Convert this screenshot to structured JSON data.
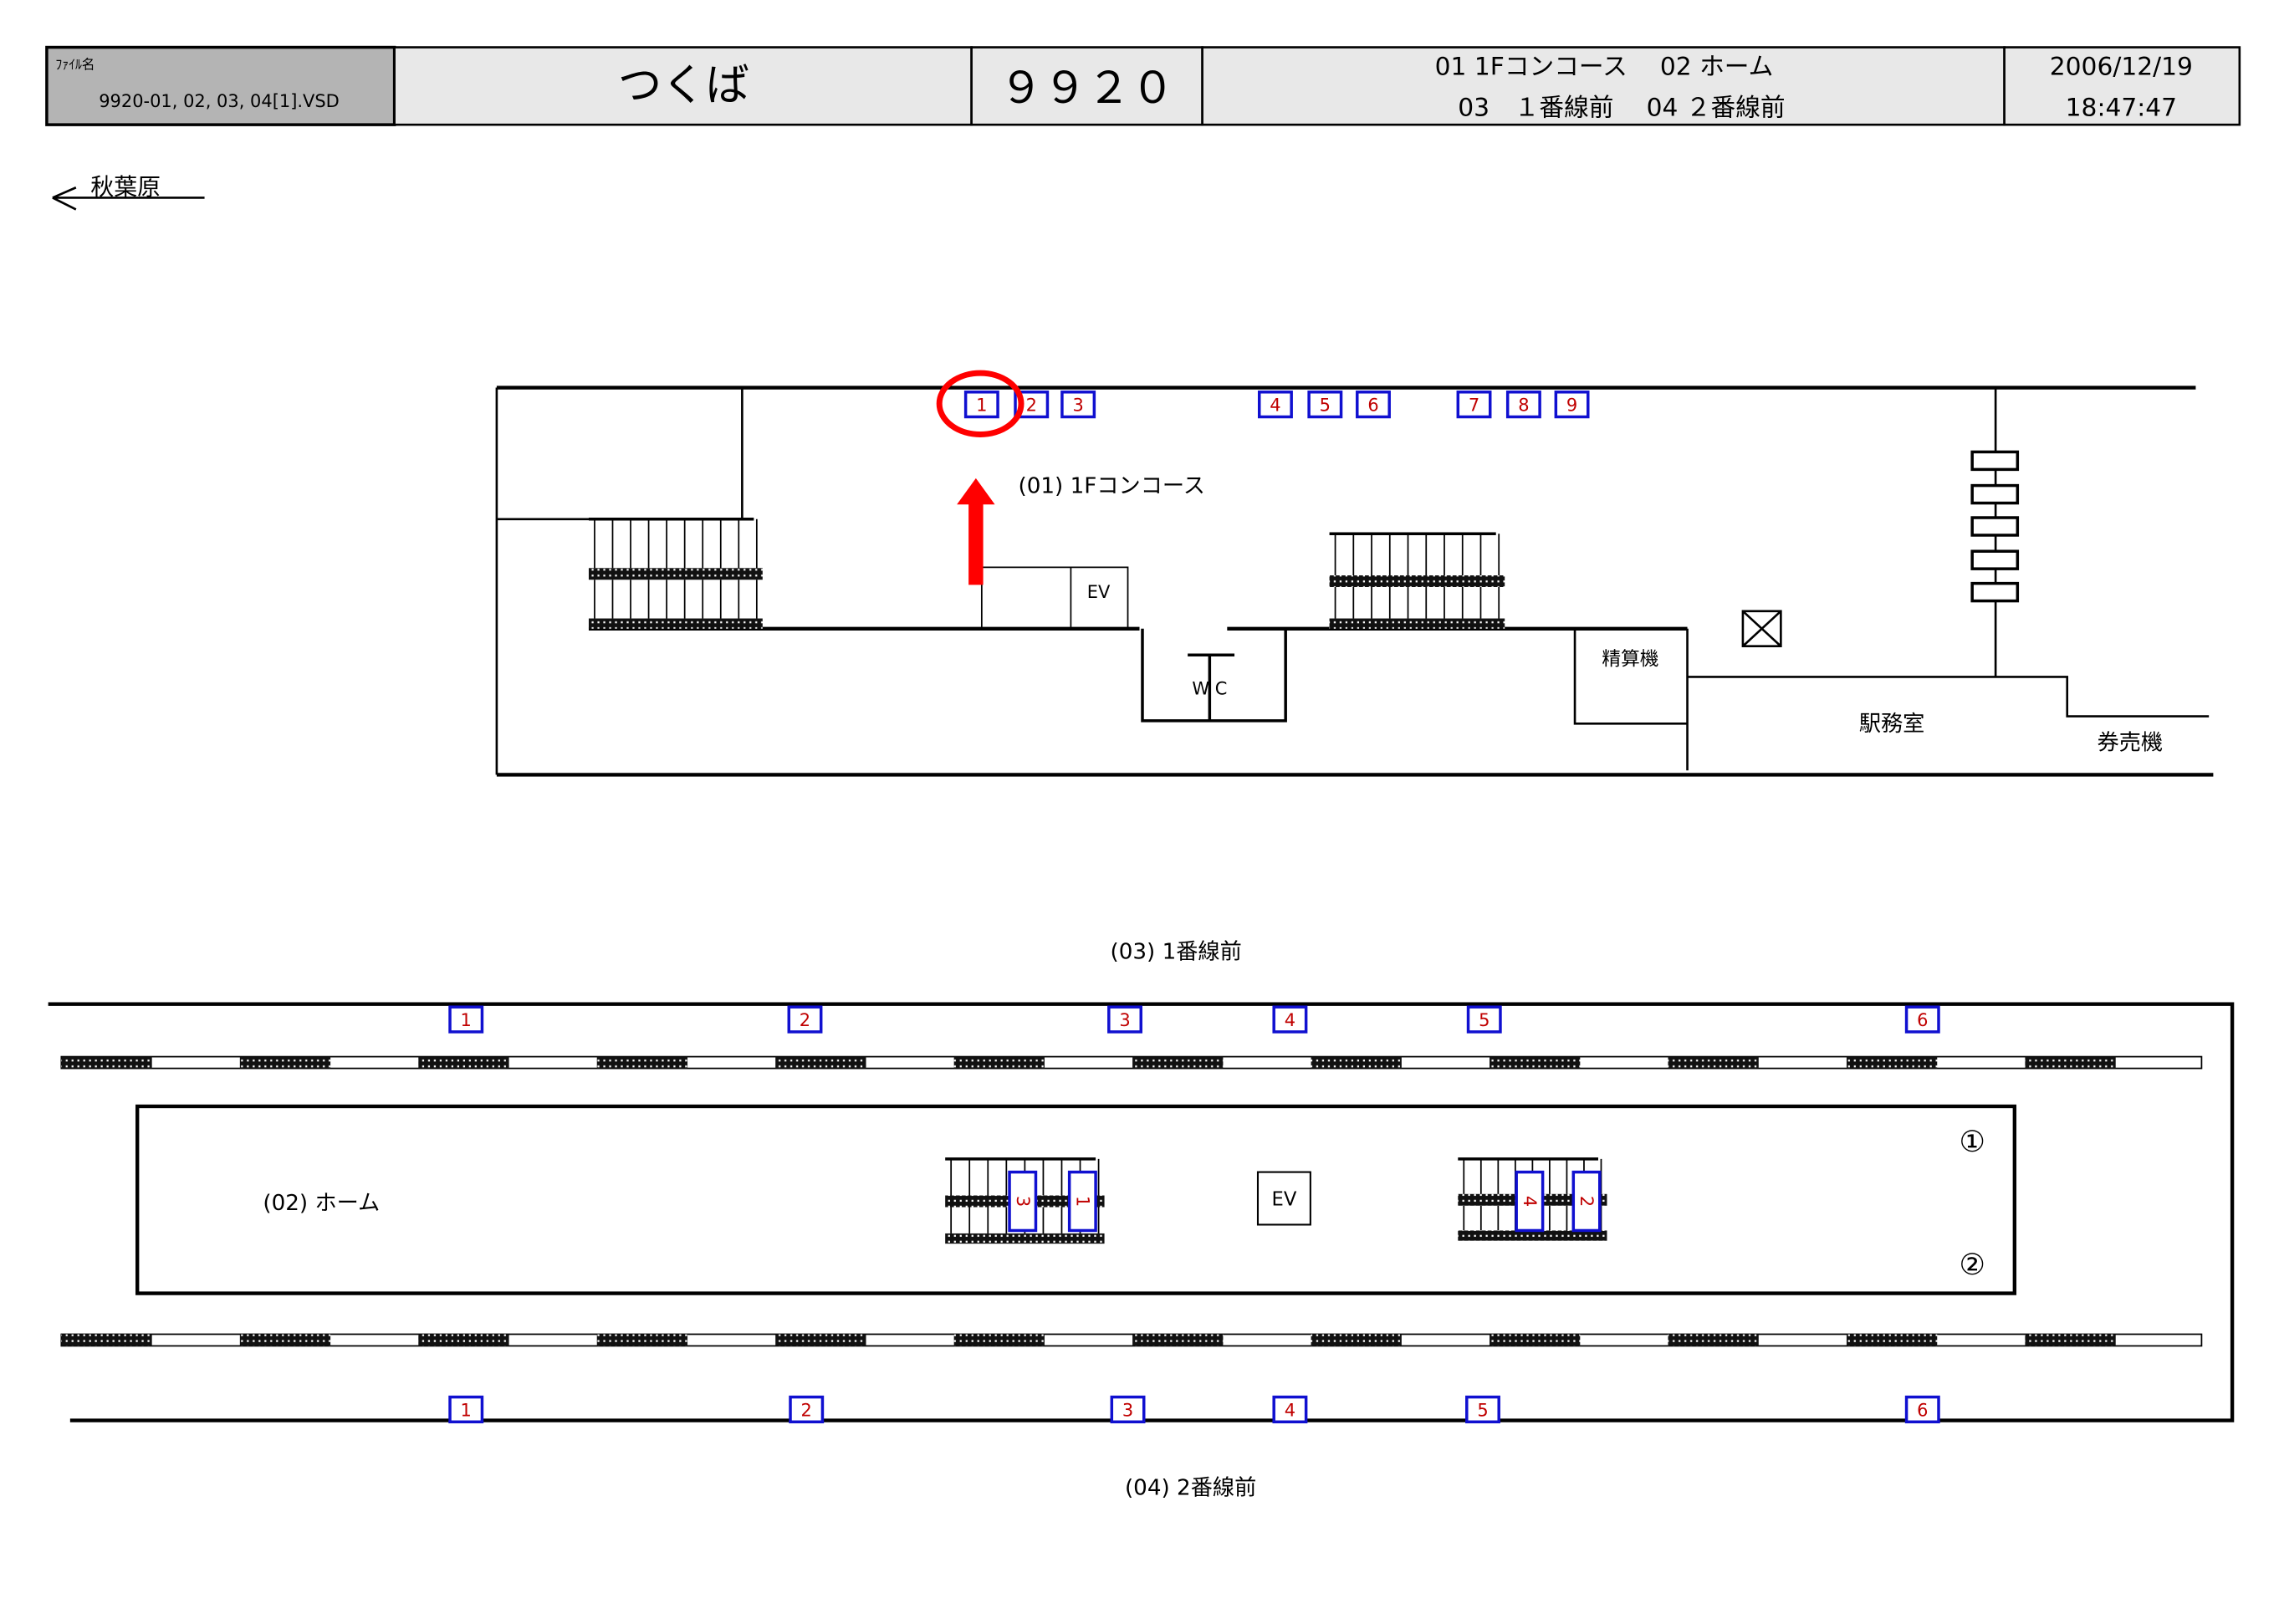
{
  "header": {
    "file_label": "ﾌｧｲﾙ名",
    "file_name": "9920-01, 02, 03, 04[1].VSD",
    "station_name": "つくば",
    "station_code": "９９２０",
    "views_line1": "01 1Fコンコース　 02 ホーム",
    "views_line2": "03　１番線前　 04 ２番線前",
    "date": "2006/12/19",
    "time": "18:47:47"
  },
  "direction": {
    "label": "秋葉原",
    "icon": "arrow-left-icon"
  },
  "concourse": {
    "title": "(01) 1Fコンコース",
    "ev_label": "EV",
    "wc_label": "W C",
    "fare_adjust_label": "精算機",
    "station_office_label": "駅務室",
    "ticket_machine_label": "券売機",
    "markers": [
      "1",
      "2",
      "3",
      "4",
      "5",
      "6",
      "7",
      "8",
      "9"
    ],
    "highlighted_marker": "1"
  },
  "line1_front": {
    "title": "(03) 1番線前",
    "markers": [
      "1",
      "2",
      "3",
      "4",
      "5",
      "6"
    ]
  },
  "platform": {
    "title": "(02) ホーム",
    "ev_label": "EV",
    "track1_label": "①",
    "track2_label": "②",
    "stair_markers": [
      "3",
      "1",
      "4",
      "2"
    ]
  },
  "line2_front": {
    "title": "(04) 2番線前",
    "markers": [
      "1",
      "2",
      "3",
      "4",
      "5",
      "6"
    ]
  },
  "colors": {
    "marker_border": "#1010d0",
    "marker_text": "#c00000",
    "highlight": "#ff0000",
    "header_gray": "#b4b4b4",
    "header_light": "#e8e8e8"
  }
}
